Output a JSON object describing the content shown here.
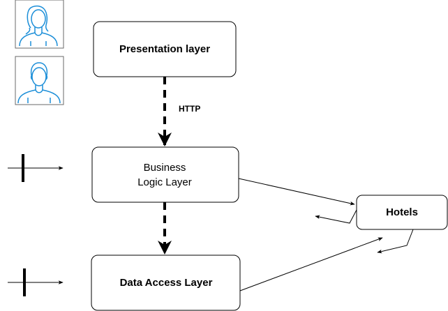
{
  "nodes": {
    "presentation": {
      "label": "Presentation layer"
    },
    "business": {
      "label_line1": "Business",
      "label_line2": "Logic Layer"
    },
    "data_access": {
      "label": "Data Access Layer"
    },
    "hotels": {
      "label": "Hotels"
    }
  },
  "edges": {
    "presentation_to_business": {
      "label": "HTTP",
      "style": "dashed"
    },
    "business_to_data_access": {
      "label": "",
      "style": "dashed"
    }
  },
  "actors": [
    {
      "icon": "female-user-icon"
    },
    {
      "icon": "male-user-icon"
    }
  ],
  "colors": {
    "avatar_stroke": "#1b8ed8",
    "box_border": "#000000",
    "line": "#000000"
  }
}
